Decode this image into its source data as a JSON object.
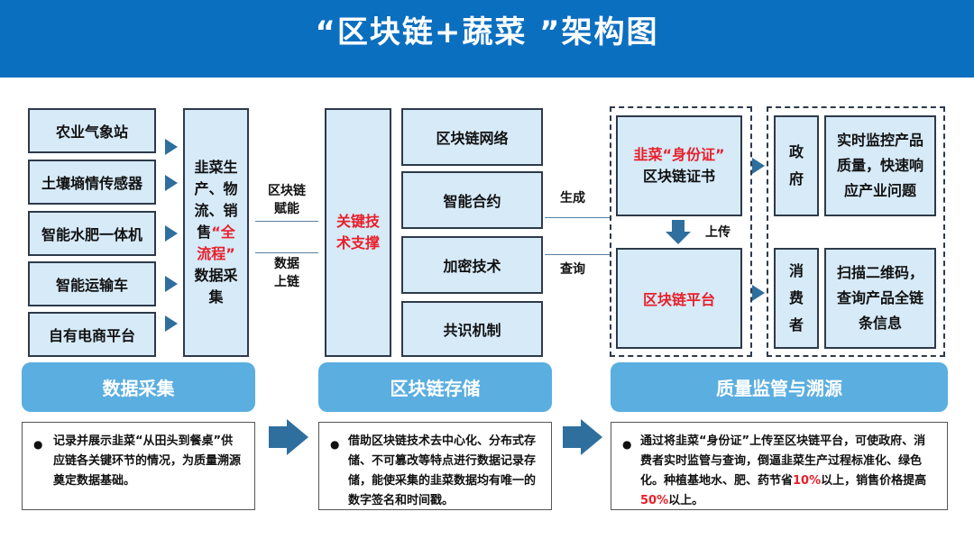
{
  "title": "“区块链+蔬菜 ”架构图",
  "sources": [
    "农业气象站",
    "土壤墒情传感器",
    "智能水肥一体机",
    "智能运输车",
    "自有电商平台"
  ],
  "collection_box": {
    "line1": "韭菜生",
    "line2": "产、物",
    "line3": "流、销",
    "line4_a": "售",
    "line4_b": "“全",
    "line5": "流程”",
    "line6": "数据采",
    "line7": "集"
  },
  "mid_labels": {
    "top_a": "区块链",
    "top_b": "赋能",
    "bottom_a": "数据",
    "bottom_b": "上链"
  },
  "key_tech": {
    "line1": "关键技",
    "line2": "术支撑"
  },
  "tech_items": [
    "区块链网络",
    "智能合约",
    "加密技术",
    "共识机制"
  ],
  "right_labels": {
    "generate": "生成",
    "query": "查询",
    "upload": "上传"
  },
  "certificate": {
    "line1": "韭菜“身份证”",
    "line2": "区块链证书"
  },
  "platform": "区块链平台",
  "government": {
    "line1": "政",
    "line2": "府",
    "text1": "实时监控产品",
    "text2": "质量，快速响",
    "text3": "应产业问题"
  },
  "consumer": {
    "line1": "消",
    "line2": "费",
    "line3": "者",
    "text1": "扫描二维码，",
    "text2": "查询产品全链",
    "text3": "条信息"
  },
  "sections": [
    "数据采集",
    "区块链存储",
    "质量监管与溯源"
  ],
  "desc": {
    "left": "记录并展示韭菜“从田头到餐桌”供应链各关键环节的情况，为质量溯源奠定数据基础。",
    "middle": "借助区块链技术去中心化、分布式存储、不可篡改等特点进行数据记录存储，能使采集的韭菜数据均有唯一的数字签名和时间戳。",
    "right_a": "通过将韭菜“身份证”上传至区块链平台，可使政府、消费者实时监管与查询，倒逼韭菜生产过程标准化、绿色化。种植基地水、肥、药节省",
    "right_pct1": "10%",
    "right_b": "以上，销售价格提高",
    "right_pct2": "50%",
    "right_c": "以上。",
    "bullet": "●"
  },
  "colors": {
    "header": "#0b6fc0",
    "box": "#d6eaf8",
    "accent_red": "#e8202a",
    "pill": "#5aaee0",
    "arrow": "#2e6f9e"
  }
}
